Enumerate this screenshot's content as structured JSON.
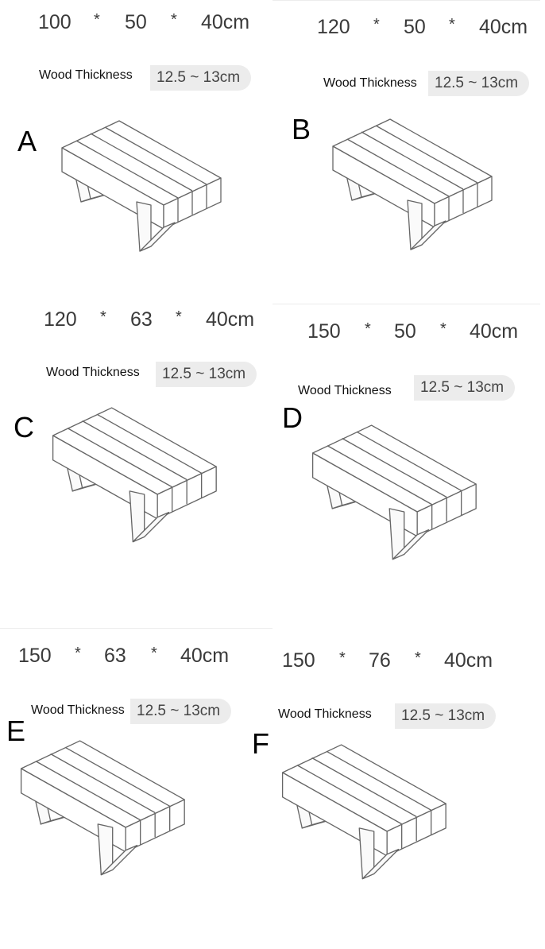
{
  "dimension_separator": "*",
  "wood_thickness_label": "Wood Thickness",
  "options": [
    {
      "letter": "A",
      "length": "100",
      "width": "50",
      "height": "40cm",
      "thickness": "12.5 ~ 13cm"
    },
    {
      "letter": "B",
      "length": "120",
      "width": "50",
      "height": "40cm",
      "thickness": "12.5 ~ 13cm"
    },
    {
      "letter": "C",
      "length": "120",
      "width": "63",
      "height": "40cm",
      "thickness": "12.5 ~ 13cm"
    },
    {
      "letter": "D",
      "length": "150",
      "width": "50",
      "height": "40cm",
      "thickness": "12.5 ~ 13cm"
    },
    {
      "letter": "E",
      "length": "150",
      "width": "63",
      "height": "40cm",
      "thickness": "12.5 ~ 13cm"
    },
    {
      "letter": "F",
      "length": "150",
      "width": "76",
      "height": "40cm",
      "thickness": "12.5 ~ 13cm"
    }
  ]
}
